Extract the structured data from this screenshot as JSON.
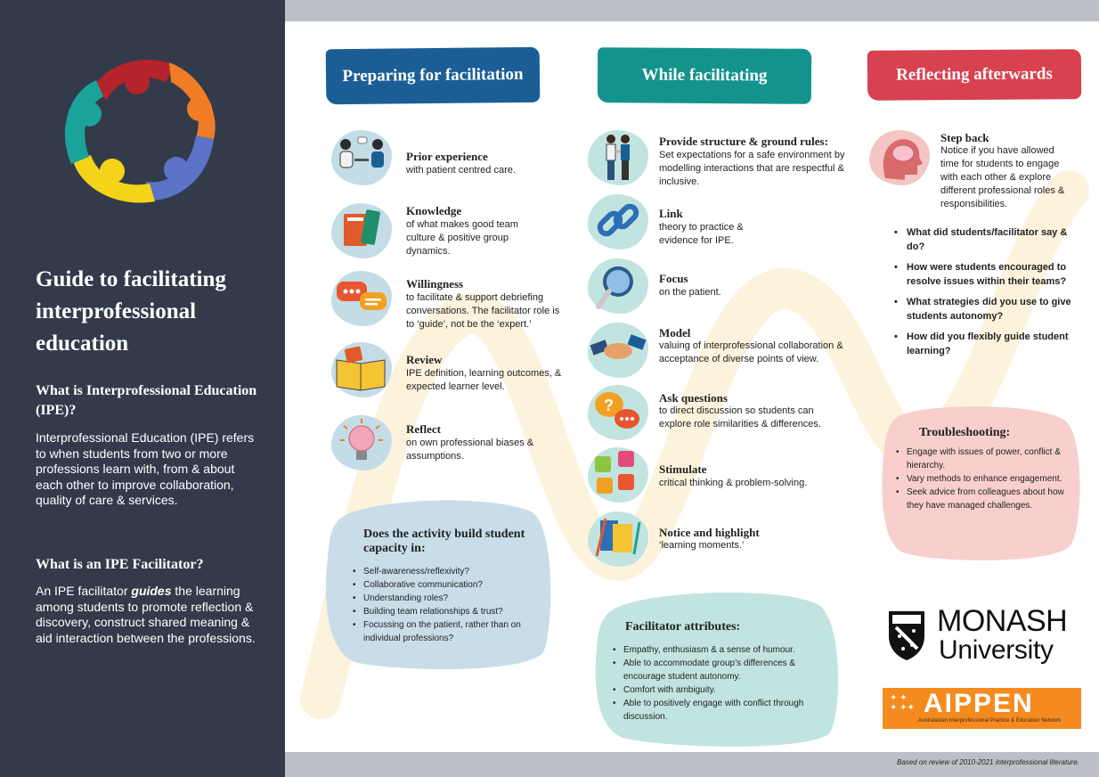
{
  "sidebar": {
    "title": "Guide to facilitating interprofessional education",
    "what_is_ipe_heading": "What is Interprofessional Education (IPE)?",
    "what_is_ipe_text": "Interprofessional Education (IPE) refers to when students from two or more professions learn with, from & about each other to improve collaboration, quality of care & services.",
    "what_is_facilitator_heading": "What is an IPE Facilitator?",
    "facilitator_text_before": "An IPE facilitator ",
    "facilitator_text_emphasis": "guides",
    "facilitator_text_after": " the learning among students to promote reflection & discovery, construct shared meaning & aid interaction between the professions."
  },
  "columns": {
    "preparing": "Preparing for facilitation",
    "while": "While facilitating",
    "reflecting": "Reflecting afterwards"
  },
  "preparing_items": [
    {
      "title": "Prior experience",
      "desc": "with patient centred care."
    },
    {
      "title": "Knowledge",
      "desc": "of what makes good team culture & positive group dynamics."
    },
    {
      "title": "Willingness",
      "desc": "to facilitate & support debriefing conversations. The facilitator role is to ‘guide’, not be the ‘expert.’"
    },
    {
      "title": "Review",
      "desc": "IPE definition, learning outcomes, & expected learner level."
    },
    {
      "title": "Reflect",
      "desc": "on own professional biases & assumptions."
    }
  ],
  "while_items": [
    {
      "title": "Provide structure & ground rules:",
      "desc": "Set expectations for a safe environment by modelling interactions that are respectful & inclusive."
    },
    {
      "title": "Link",
      "desc": "theory to practice & evidence for IPE."
    },
    {
      "title": "Focus",
      "desc": "on the patient."
    },
    {
      "title": "Model",
      "desc": "valuing of interprofessional collaboration & acceptance of diverse points of view."
    },
    {
      "title": "Ask questions",
      "desc": "to direct discussion so students can explore role similarities & differences."
    },
    {
      "title": "Stimulate",
      "desc": "critical thinking & problem-solving."
    },
    {
      "title": "Notice and highlight",
      "desc": "‘learning moments.’"
    }
  ],
  "reflecting": {
    "step_back_title": "Step back",
    "step_back_desc": "Notice if you have allowed time for students to engage with each other & explore different professional roles & responsibilities.",
    "questions": [
      "What did students/facilitator say & do?",
      "How were students encouraged to resolve issues within their teams?",
      "What strategies did you use to give students autonomy?",
      "How did you flexibly guide student learning?"
    ]
  },
  "capacity_bubble": {
    "title": "Does the activity build student capacity in:",
    "items": [
      "Self-awareness/reflexivity?",
      "Collaborative communication?",
      "Understanding roles?",
      "Building team relationships & trust?",
      "Focussing on the patient, rather than on individual professions?"
    ]
  },
  "attributes_bubble": {
    "title": "Facilitator attributes:",
    "items": [
      "Empathy, enthusiasm & a sense of humour.",
      "Able to accommodate group’s differences & encourage student autonomy.",
      "Comfort with ambiguity.",
      "Able to positively engage with conflict through discussion."
    ]
  },
  "troubleshooting_bubble": {
    "title": "Troubleshooting:",
    "items": [
      "Engage with issues of power, conflict & hierarchy.",
      "Vary methods to enhance engagement.",
      "Seek advice from colleagues about how they have managed challenges."
    ]
  },
  "logos": {
    "monash_name": "MONASH",
    "monash_university": "University",
    "aippen_name": "AIPPEN",
    "aippen_sub": "Australasian Interprofessional Practice & Education Network"
  },
  "footnote": "Based on review of 2010-2021 interprofessional literature.",
  "colors": {
    "sidebar": "#333b4a",
    "preparing": "#1b5e96",
    "while": "#14938d",
    "reflecting": "#d8414f",
    "aippen": "#f58b1f"
  }
}
